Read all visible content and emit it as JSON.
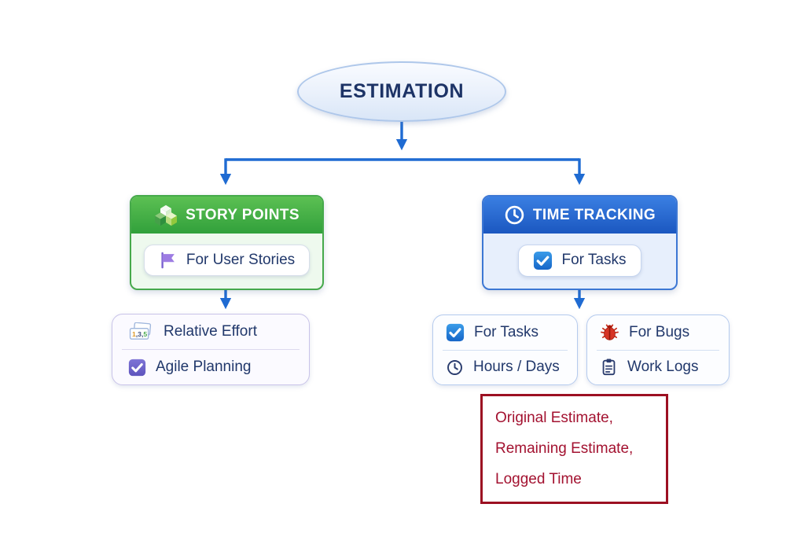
{
  "diagram": {
    "root_label": "ESTIMATION",
    "story_points": {
      "title": "STORY POINTS",
      "tag": "For User Stories"
    },
    "time_tracking": {
      "title": "TIME TRACKING",
      "tag": "For Tasks"
    },
    "story_details": {
      "rows": [
        {
          "icon": "estimation-cards-icon",
          "label": "Relative Effort"
        },
        {
          "icon": "checkbox-purple-icon",
          "label": "Agile Planning"
        }
      ]
    },
    "tasks_details": {
      "rows": [
        {
          "icon": "checkbox-blue-icon",
          "label": "For Tasks"
        },
        {
          "icon": "clock-outline-icon",
          "label": "Hours / Days"
        }
      ]
    },
    "bugs_details": {
      "rows": [
        {
          "icon": "bug-icon",
          "label": "For Bugs"
        },
        {
          "icon": "clipboard-icon",
          "label": "Work Logs"
        }
      ]
    },
    "estimate_note": {
      "lines": [
        "Original Estimate,",
        "Remaining Estimate,",
        "Logged Time"
      ]
    },
    "cards_icon_parts": [
      "1",
      ",3,",
      "5"
    ]
  },
  "colors": {
    "arrow_blue": "#1f6bd2",
    "story_green": "#31a03b",
    "tracking_blue": "#1b57c0",
    "navy_text": "#21386b",
    "note_red_border": "#9c1022",
    "note_red_text": "#a31230",
    "flag_purple": "#9d7ce3",
    "checkbox_purple": "#6f66c9",
    "checkbox_blue": "#1d76d8",
    "bug_red": "#d63425"
  }
}
